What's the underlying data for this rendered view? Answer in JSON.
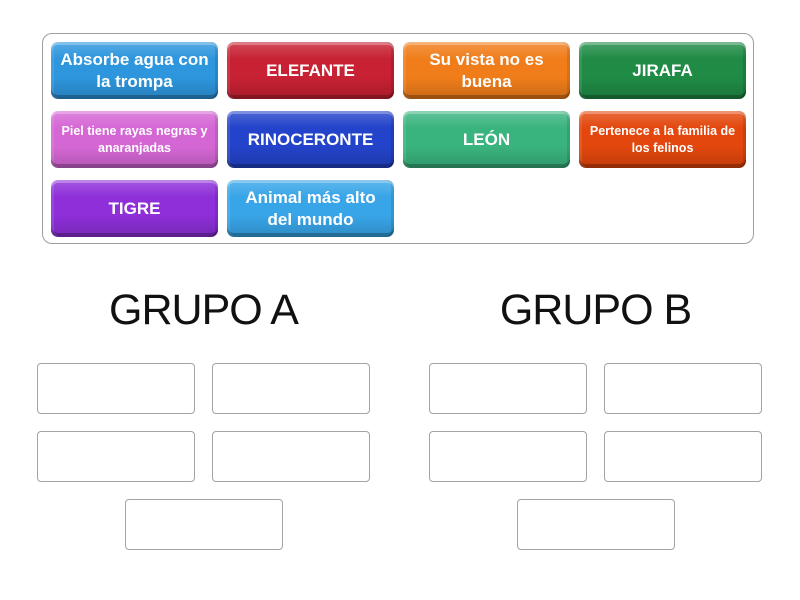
{
  "activity": {
    "type_hint": "group-sort drag and drop",
    "background_color": "#ffffff"
  },
  "tile_tray": {
    "border_color": "#9e9e9e",
    "tiles": [
      {
        "label": "Absorbe agua con la trompa",
        "color": "#2d96dd",
        "text_size": "large"
      },
      {
        "label": "ELEFANTE",
        "color": "#c72133",
        "text_size": "large"
      },
      {
        "label": "Su vista no es buena",
        "color": "#f07d1a",
        "text_size": "large"
      },
      {
        "label": "JIRAFA",
        "color": "#1f8b45",
        "text_size": "large"
      },
      {
        "label": "Piel tiene rayas negras y anaranjadas",
        "color": "#d567d5",
        "text_size": "small"
      },
      {
        "label": "RINOCERONTE",
        "color": "#2343ca",
        "text_size": "large"
      },
      {
        "label": "LEÓN",
        "color": "#3ab47f",
        "text_size": "large"
      },
      {
        "label": "Pertenece a la familia de los felinos",
        "color": "#e3470d",
        "text_size": "small"
      },
      {
        "label": "TIGRE",
        "color": "#8e2fd9",
        "text_size": "large"
      },
      {
        "label": "Animal más alto del mundo",
        "color": "#38a5e8",
        "text_size": "large"
      }
    ]
  },
  "groups": [
    {
      "title": "GRUPO A",
      "empty_slots": 5
    },
    {
      "title": "GRUPO B",
      "empty_slots": 5
    }
  ],
  "slot_style": {
    "border_color": "#a3a3a3",
    "fill": "#ffffff"
  }
}
